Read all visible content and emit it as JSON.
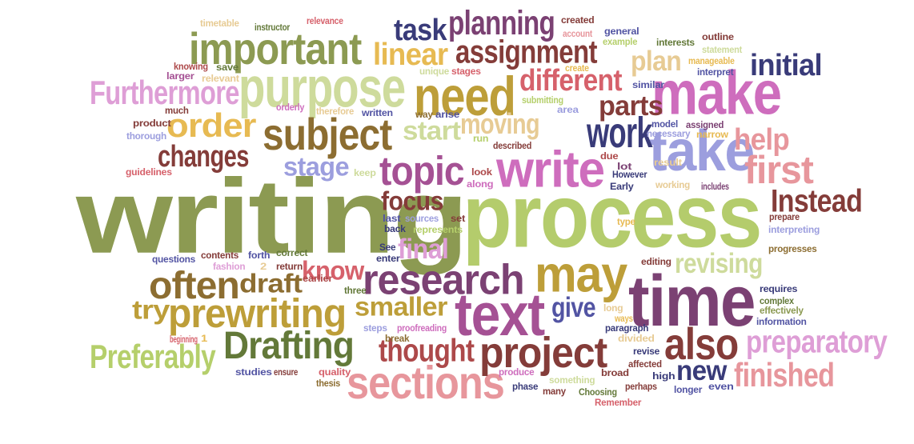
{
  "words": [
    {
      "text": "writing",
      "color": "#8c9a52"
    },
    {
      "text": "process",
      "color": "#b4cc6c"
    },
    {
      "text": "time",
      "color": "#7b4173"
    },
    {
      "text": "text",
      "color": "#a55194"
    },
    {
      "text": "make",
      "color": "#ce6dbd"
    },
    {
      "text": "purpose",
      "color": "#cedb9c"
    },
    {
      "text": "need",
      "color": "#bd9e39"
    },
    {
      "text": "important",
      "color": "#8c9a52"
    },
    {
      "text": "take",
      "color": "#9c9ede"
    },
    {
      "text": "write",
      "color": "#ce6dbd"
    },
    {
      "text": "may",
      "color": "#bd9e39"
    },
    {
      "text": "sections",
      "color": "#e7969c"
    },
    {
      "text": "research",
      "color": "#7b4173"
    },
    {
      "text": "subject",
      "color": "#8c6d31"
    },
    {
      "text": "prewriting",
      "color": "#bd9e39"
    },
    {
      "text": "work",
      "color": "#393b79"
    },
    {
      "text": "topic",
      "color": "#a55194"
    },
    {
      "text": "project",
      "color": "#843c39"
    },
    {
      "text": "also",
      "color": "#843c39"
    },
    {
      "text": "first",
      "color": "#e7969c"
    },
    {
      "text": "often",
      "color": "#8c6d31"
    },
    {
      "text": "Drafting",
      "color": "#637939"
    },
    {
      "text": "order",
      "color": "#e7ba52"
    },
    {
      "text": "assignment",
      "color": "#843c39"
    },
    {
      "text": "planning",
      "color": "#7b4173"
    },
    {
      "text": "finished",
      "color": "#e7969c"
    },
    {
      "text": "preparatory",
      "color": "#de9ed6"
    },
    {
      "text": "Furthermore",
      "color": "#de9ed6"
    },
    {
      "text": "Preferably",
      "color": "#b5cf6b"
    },
    {
      "text": "Instead",
      "color": "#843c39"
    },
    {
      "text": "thought",
      "color": "#ad494a"
    },
    {
      "text": "linear",
      "color": "#e7ba52"
    },
    {
      "text": "different",
      "color": "#d6616b"
    },
    {
      "text": "initial",
      "color": "#393b79"
    },
    {
      "text": "plan",
      "color": "#e7cb94"
    },
    {
      "text": "revising",
      "color": "#cedb9c"
    },
    {
      "text": "changes",
      "color": "#843c39"
    },
    {
      "text": "moving",
      "color": "#e7cb94"
    },
    {
      "text": "smaller",
      "color": "#bd9e39"
    },
    {
      "text": "final",
      "color": "#de9ed6"
    },
    {
      "text": "help",
      "color": "#e7969c"
    },
    {
      "text": "parts",
      "color": "#843c39"
    },
    {
      "text": "task",
      "color": "#393b79"
    },
    {
      "text": "stage",
      "color": "#9c9ede"
    },
    {
      "text": "start",
      "color": "#cedb9c"
    },
    {
      "text": "focus",
      "color": "#843c39"
    },
    {
      "text": "know",
      "color": "#d6616b"
    },
    {
      "text": "draft",
      "color": "#8c6d31"
    },
    {
      "text": "new",
      "color": "#393b79"
    },
    {
      "text": "give",
      "color": "#5254a3"
    },
    {
      "text": "try",
      "color": "#bd9e39"
    },
    {
      "text": "timetable",
      "color": "#e7cb94"
    },
    {
      "text": "instructor",
      "color": "#637939"
    },
    {
      "text": "relevance",
      "color": "#d6616b"
    },
    {
      "text": "created",
      "color": "#843c39"
    },
    {
      "text": "account",
      "color": "#e7969c"
    },
    {
      "text": "general",
      "color": "#5254a3"
    },
    {
      "text": "example",
      "color": "#b5cf6b"
    },
    {
      "text": "interests",
      "color": "#637939"
    },
    {
      "text": "outline",
      "color": "#843c39"
    },
    {
      "text": "statement",
      "color": "#cedb9c"
    },
    {
      "text": "manageable",
      "color": "#e7ba52"
    },
    {
      "text": "interpret",
      "color": "#5254a3"
    },
    {
      "text": "create",
      "color": "#e7ba52"
    },
    {
      "text": "knowing",
      "color": "#ad494a"
    },
    {
      "text": "save",
      "color": "#637939"
    },
    {
      "text": "larger",
      "color": "#a55194"
    },
    {
      "text": "relevant",
      "color": "#e7cb94"
    },
    {
      "text": "unique",
      "color": "#cedb9c"
    },
    {
      "text": "stages",
      "color": "#d6616b"
    },
    {
      "text": "similar",
      "color": "#5254a3"
    },
    {
      "text": "orderly",
      "color": "#ce6dbd"
    },
    {
      "text": "therefore",
      "color": "#e7cb94"
    },
    {
      "text": "much",
      "color": "#843c39"
    },
    {
      "text": "written",
      "color": "#5254a3"
    },
    {
      "text": "way",
      "color": "#8c6d31"
    },
    {
      "text": "arise",
      "color": "#5254a3"
    },
    {
      "text": "submitting",
      "color": "#b5cf6b"
    },
    {
      "text": "area",
      "color": "#9c9ede"
    },
    {
      "text": "model",
      "color": "#5254a3"
    },
    {
      "text": "assigned",
      "color": "#7b4173"
    },
    {
      "text": "necessary",
      "color": "#9c9ede"
    },
    {
      "text": "narrow",
      "color": "#e7ba52"
    },
    {
      "text": "product",
      "color": "#843c39"
    },
    {
      "text": "thorough",
      "color": "#9c9ede"
    },
    {
      "text": "run",
      "color": "#b5cf6b"
    },
    {
      "text": "described",
      "color": "#843c39"
    },
    {
      "text": "due",
      "color": "#ad494a"
    },
    {
      "text": "lot",
      "color": "#7b4173"
    },
    {
      "text": "result",
      "color": "#e7cb94"
    },
    {
      "text": "guidelines",
      "color": "#d6616b"
    },
    {
      "text": "keep",
      "color": "#cedb9c"
    },
    {
      "text": "look",
      "color": "#ad494a"
    },
    {
      "text": "However",
      "color": "#393b79"
    },
    {
      "text": "along",
      "color": "#ce6dbd"
    },
    {
      "text": "Early",
      "color": "#393b79"
    },
    {
      "text": "working",
      "color": "#e7cb94"
    },
    {
      "text": "includes",
      "color": "#7b4173"
    },
    {
      "text": "last",
      "color": "#5254a3"
    },
    {
      "text": "sources",
      "color": "#9c9ede"
    },
    {
      "text": "set",
      "color": "#843c39"
    },
    {
      "text": "type",
      "color": "#e7ba52"
    },
    {
      "text": "prepare",
      "color": "#843c39"
    },
    {
      "text": "back",
      "color": "#393b79"
    },
    {
      "text": "represents",
      "color": "#b5cf6b"
    },
    {
      "text": "interpreting",
      "color": "#9c9ede"
    },
    {
      "text": "See",
      "color": "#393b79"
    },
    {
      "text": "enter",
      "color": "#393b79"
    },
    {
      "text": "questions",
      "color": "#5254a3"
    },
    {
      "text": "contents",
      "color": "#843c39"
    },
    {
      "text": "forth",
      "color": "#5254a3"
    },
    {
      "text": "correct",
      "color": "#637939"
    },
    {
      "text": "fashion",
      "color": "#de9ed6"
    },
    {
      "text": "2",
      "color": "#e7cb94"
    },
    {
      "text": "return",
      "color": "#843c39"
    },
    {
      "text": "editing",
      "color": "#843c39"
    },
    {
      "text": "progresses",
      "color": "#8c6d31"
    },
    {
      "text": "earlier",
      "color": "#ad494a"
    },
    {
      "text": "three",
      "color": "#637939"
    },
    {
      "text": "requires",
      "color": "#393b79"
    },
    {
      "text": "complex",
      "color": "#637939"
    },
    {
      "text": "long",
      "color": "#e7cb94"
    },
    {
      "text": "effectively",
      "color": "#8c9a52"
    },
    {
      "text": "ways",
      "color": "#e7ba52"
    },
    {
      "text": "paragraph",
      "color": "#393b79"
    },
    {
      "text": "information",
      "color": "#5254a3"
    },
    {
      "text": "steps",
      "color": "#9c9ede"
    },
    {
      "text": "proofreading",
      "color": "#ce6dbd"
    },
    {
      "text": "break",
      "color": "#8c6d31"
    },
    {
      "text": "beginning",
      "color": "#d6616b"
    },
    {
      "text": "1",
      "color": "#e7ba52"
    },
    {
      "text": "divided",
      "color": "#e7cb94"
    },
    {
      "text": "revise",
      "color": "#393b79"
    },
    {
      "text": "affected",
      "color": "#843c39"
    },
    {
      "text": "high",
      "color": "#393b79"
    },
    {
      "text": "studies",
      "color": "#5254a3"
    },
    {
      "text": "ensure",
      "color": "#843c39"
    },
    {
      "text": "quality",
      "color": "#d6616b"
    },
    {
      "text": "produce",
      "color": "#ce6dbd"
    },
    {
      "text": "something",
      "color": "#cedb9c"
    },
    {
      "text": "broad",
      "color": "#843c39"
    },
    {
      "text": "thesis",
      "color": "#8c6d31"
    },
    {
      "text": "phase",
      "color": "#393b79"
    },
    {
      "text": "many",
      "color": "#843c39"
    },
    {
      "text": "Choosing",
      "color": "#637939"
    },
    {
      "text": "perhaps",
      "color": "#843c39"
    },
    {
      "text": "longer",
      "color": "#5254a3"
    },
    {
      "text": "even",
      "color": "#5254a3"
    },
    {
      "text": "Remember",
      "color": "#d6616b"
    }
  ]
}
